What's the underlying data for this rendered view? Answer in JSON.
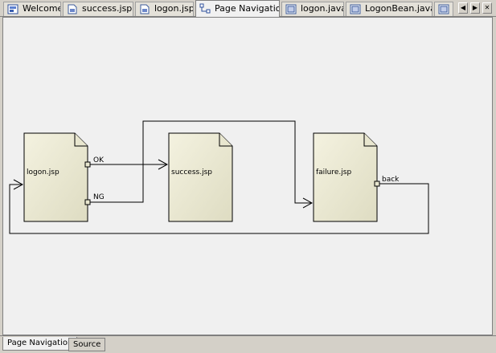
{
  "tabs": [
    {
      "label": "Welcome",
      "icon": "welcome-icon"
    },
    {
      "label": "success.jsp",
      "icon": "jsp-file-icon"
    },
    {
      "label": "logon.jsp",
      "icon": "jsp-file-icon"
    },
    {
      "label": "Page Navigation",
      "icon": "page-navigation-icon",
      "active": true
    },
    {
      "label": "logon.java",
      "icon": "java-file-icon"
    },
    {
      "label": "LogonBean.java",
      "icon": "java-file-icon"
    }
  ],
  "tab_controls": {
    "scroll_left": "◀",
    "scroll_right": "▶",
    "close": "✕"
  },
  "diagram": {
    "pages": [
      {
        "id": "logon",
        "label": "logon.jsp"
      },
      {
        "id": "success",
        "label": "success.jsp"
      },
      {
        "id": "failure",
        "label": "failure.jsp"
      }
    ],
    "transitions": [
      {
        "from": "logon",
        "to": "success",
        "label": "OK"
      },
      {
        "from": "logon",
        "to": "failure",
        "label": "NG"
      },
      {
        "from": "failure",
        "to": "logon",
        "label": "back"
      }
    ]
  },
  "bottom_tabs": [
    {
      "label": "Page Navigation",
      "active": true
    },
    {
      "label": "Source"
    }
  ],
  "colors": {
    "page_fill": "#e8e6cf",
    "page_stroke": "#000000",
    "canvas": "#f0f0f0"
  }
}
